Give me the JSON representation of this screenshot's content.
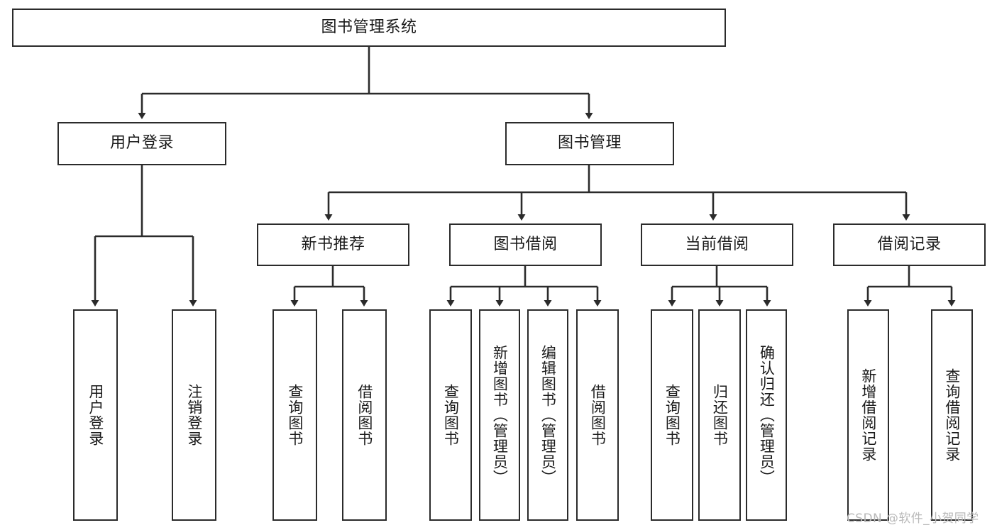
{
  "diagram": {
    "type": "tree-hierarchy",
    "title": "图书管理系统",
    "orientation": "top-down",
    "colors": {
      "box_border": "#2b2b2b",
      "box_fill": "#ffffff",
      "connector": "#2b2b2b",
      "text": "#1a1a1a",
      "watermark": "#b9b9b9",
      "background": "#ffffff"
    },
    "root": {
      "label": "图书管理系统"
    },
    "level2": [
      {
        "label": "用户登录"
      },
      {
        "label": "图书管理"
      }
    ],
    "level3": [
      {
        "label": "新书推荐"
      },
      {
        "label": "图书借阅"
      },
      {
        "label": "当前借阅"
      },
      {
        "label": "借阅记录"
      }
    ],
    "leaves": {
      "user_login": [
        {
          "label": "用户登录"
        },
        {
          "label": "注销登录"
        }
      ],
      "new_book_recommend": [
        {
          "label": "查询图书"
        },
        {
          "label": "借阅图书"
        }
      ],
      "book_borrow": [
        {
          "label": "查询图书"
        },
        {
          "label": "新增图书（管理员）"
        },
        {
          "label": "编辑图书（管理员）"
        },
        {
          "label": "借阅图书"
        }
      ],
      "current_borrow": [
        {
          "label": "查询图书"
        },
        {
          "label": "归还图书"
        },
        {
          "label": "确认归还（管理员）"
        }
      ],
      "borrow_record": [
        {
          "label": "新增借阅记录"
        },
        {
          "label": "查询借阅记录"
        }
      ]
    },
    "watermark": {
      "text": "CSDN @软件_小贺同学"
    }
  }
}
